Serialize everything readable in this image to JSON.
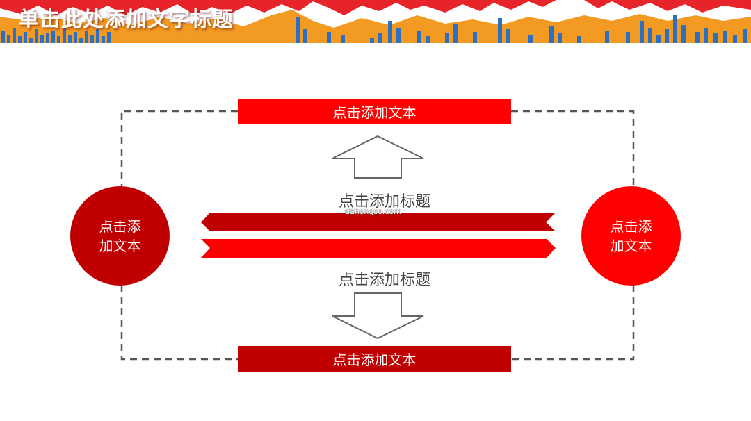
{
  "header": {
    "title": "单击此处添加文字标题"
  },
  "diagram": {
    "top_box": "点击添加文本",
    "bottom_box": "点击添加文本",
    "upper_label": "点击添加标题",
    "lower_label": "点击添加标题",
    "left_circle": [
      "点击添",
      "加文本"
    ],
    "right_circle": [
      "点击添",
      "加文本"
    ],
    "watermark": "dahongse.com"
  },
  "colors": {
    "primary_red": "#FF0000",
    "dark_red": "#C00000",
    "header_red": "#E8242B",
    "header_orange": "#F39A23",
    "header_blue": "#2F6FC0",
    "dashed_line": "#555555",
    "arrow_stroke": "#666666"
  }
}
